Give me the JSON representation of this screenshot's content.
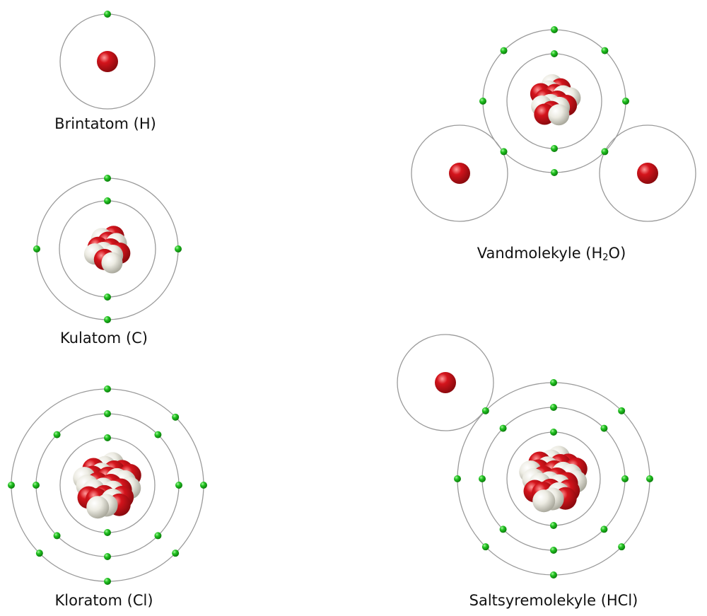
{
  "colors": {
    "orbit": "#9a9a9a",
    "electron": "#22c422",
    "electron_highlight": "#aaf5a0",
    "proton": "#d4141c",
    "proton_highlight": "#ff9a9a",
    "neutron": "#ecebe2",
    "neutron_highlight": "#ffffff",
    "text": "#111111"
  },
  "figures": [
    {
      "id": "hydrogen-atom",
      "label": "Brintatom (H)",
      "atoms": [
        {
          "element": "H",
          "electrons_per_shell": [
            1
          ]
        }
      ]
    },
    {
      "id": "carbon-atom",
      "label": "Kulatom (C)",
      "atoms": [
        {
          "element": "C",
          "electrons_per_shell": [
            2,
            4
          ]
        }
      ]
    },
    {
      "id": "chlorine-atom",
      "label": "Kloratom (Cl)",
      "atoms": [
        {
          "element": "Cl",
          "electrons_per_shell": [
            2,
            8,
            7
          ]
        }
      ]
    },
    {
      "id": "water-molecule",
      "label_main": "Vandmolekyle (H",
      "label_sub": "2",
      "label_end": "O)",
      "atoms": [
        {
          "element": "O",
          "electrons_per_shell": [
            2,
            8
          ]
        },
        {
          "element": "H",
          "electrons_per_shell": [
            0
          ]
        },
        {
          "element": "H",
          "electrons_per_shell": [
            0
          ]
        }
      ]
    },
    {
      "id": "hcl-molecule",
      "label": "Saltsyremolekyle (HCl)",
      "atoms": [
        {
          "element": "Cl",
          "electrons_per_shell": [
            2,
            8,
            8
          ]
        },
        {
          "element": "H",
          "electrons_per_shell": [
            0
          ]
        }
      ]
    }
  ]
}
